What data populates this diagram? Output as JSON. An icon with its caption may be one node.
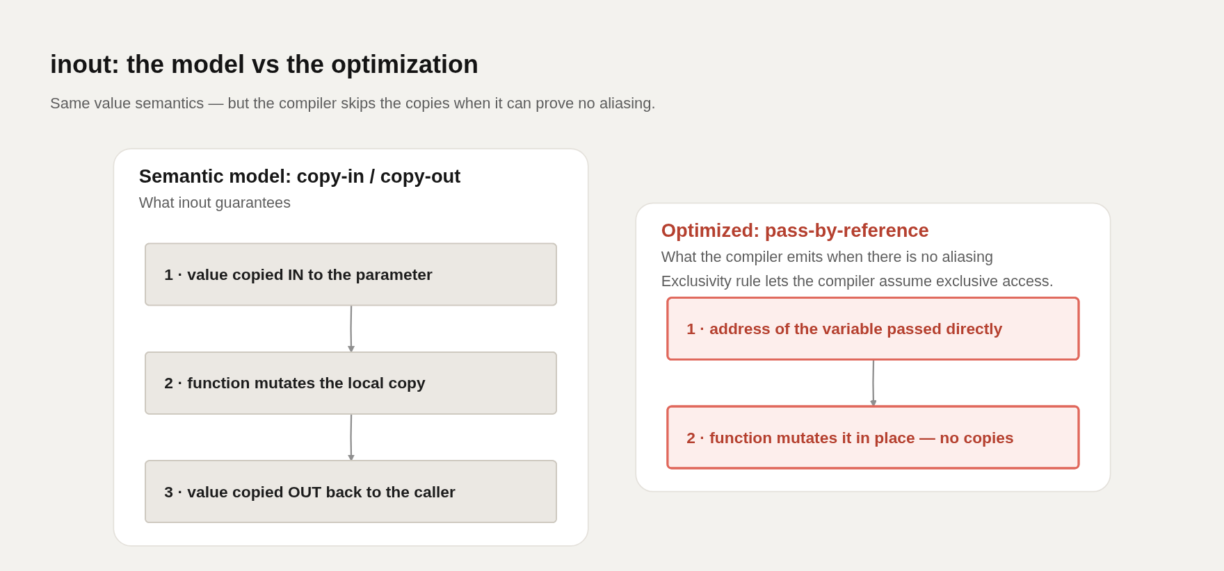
{
  "diagram": {
    "title": "inout: the model vs the optimization",
    "nodes": [
      {
        "text": [
          "Semantic model: copy-in / copy-out",
          "What inout guarantees"
        ]
      },
      {
        "text": [
          "1 · value copied IN to the parameter"
        ],
        "in": 0
      },
      {
        "text": [
          "2 · function mutates the local copy"
        ],
        "in": 0
      },
      {
        "text": [
          "3 · value copied OUT back to the caller"
        ],
        "in": 0
      },
      {
        "text": [
          "Optimized: pass-by-reference",
          "What the compiler emits when there is no aliasing",
          "Exclusivity rule lets the compiler assume exclusive access."
        ]
      },
      {
        "text": [
          "1 · address of the variable passed directly"
        ],
        "in": 4
      },
      {
        "text": [
          "2 · function mutates it in place — no copies"
        ],
        "in": 4
      }
    ],
    "edges": [
      {
        "from": 1,
        "to": 2,
        "arrow": "to"
      },
      {
        "from": 2,
        "to": 3,
        "arrow": "to"
      },
      {
        "from": 5,
        "to": 6,
        "arrow": "to"
      }
    ],
    "labels": [
      "Same value semantics — but the compiler skips the copies when it can prove no aliasing."
    ]
  }
}
